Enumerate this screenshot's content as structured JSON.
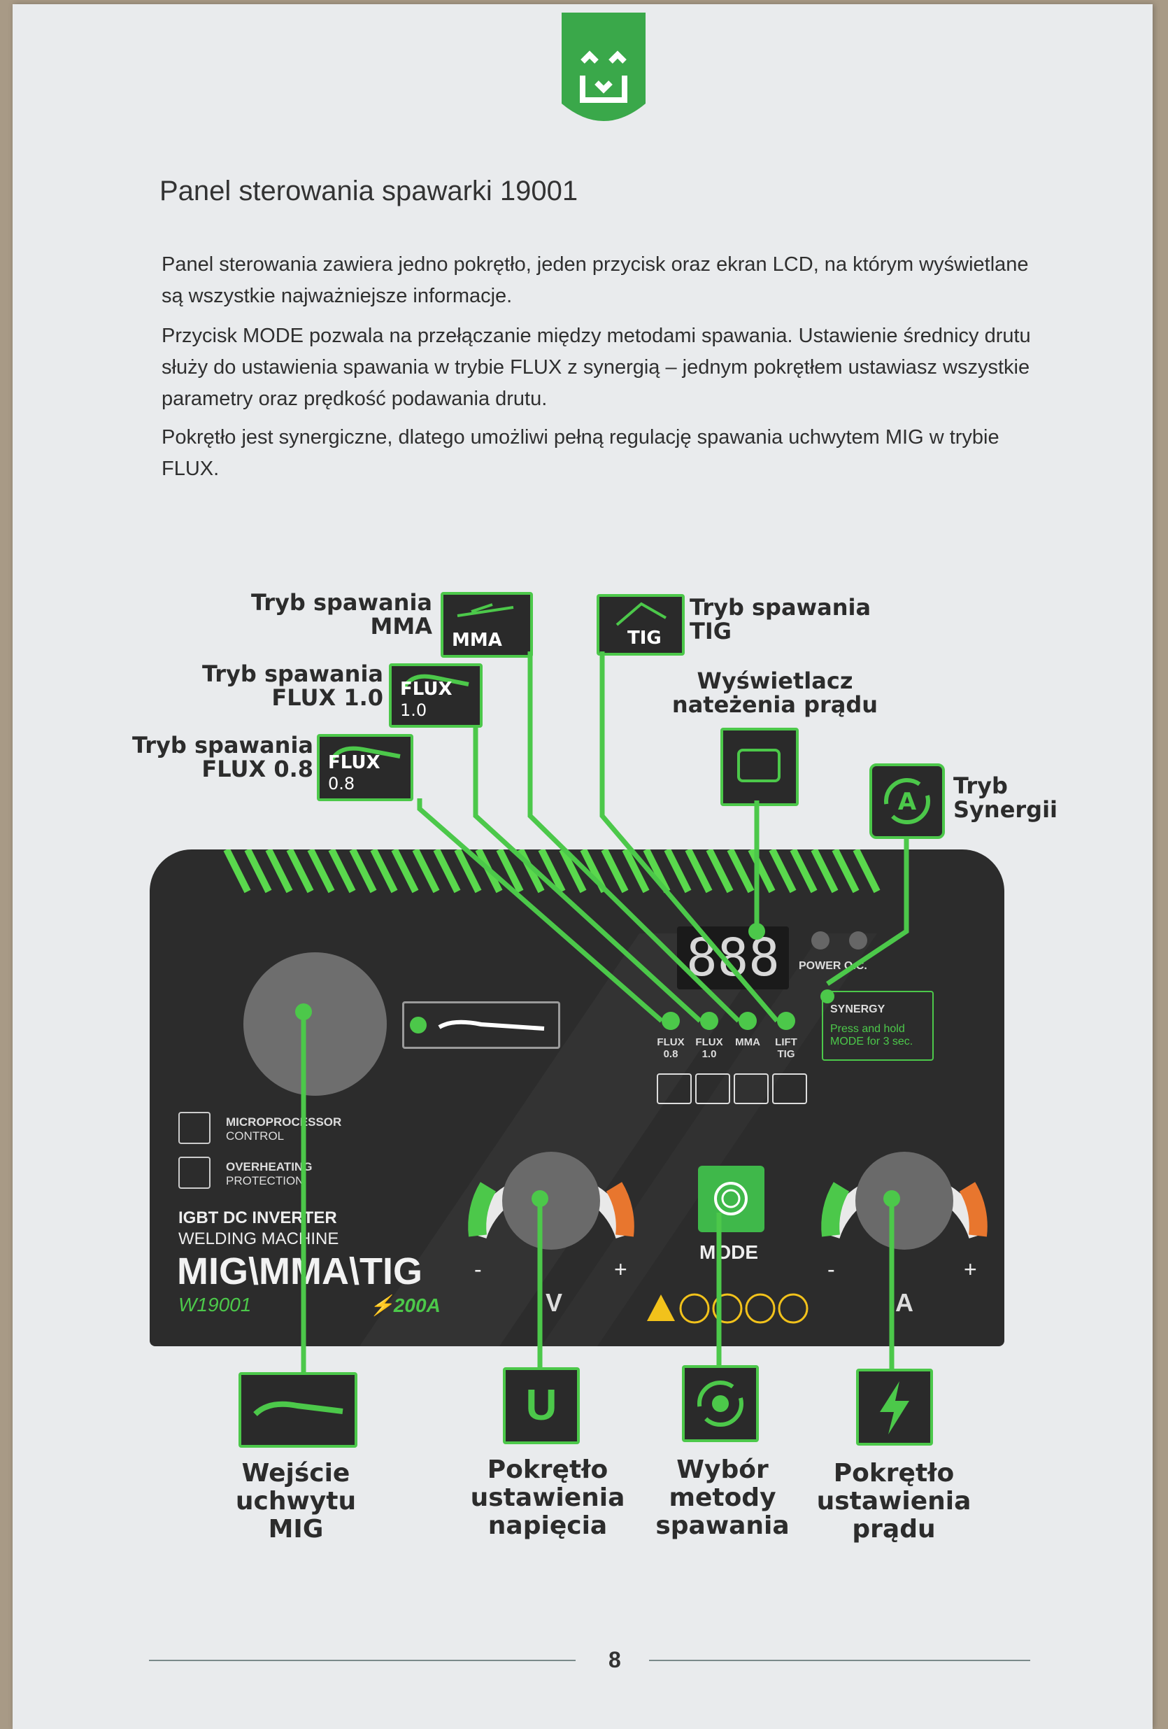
{
  "page": {
    "title": "Panel sterowania spawarki 19001",
    "paragraphs": [
      "Panel sterowania zawiera jedno pokrętło, jeden przycisk oraz ekran LCD, na którym wyświetlane są wszystkie najważniejsze informacje.",
      "Przycisk MODE pozwala na przełączanie między metodami spawania. Ustawienie średnicy drutu służy do ustawienia spawania w trybie FLUX z synergią – jednym pokrętłem ustawiasz wszystkie parametry oraz prędkość podawania drutu.",
      "Pokrętło jest synergiczne, dlatego umożliwi pełną regulację spawania uchwytem MIG w trybie FLUX."
    ],
    "page_number": "8"
  },
  "callouts": {
    "mma": {
      "line1": "Tryb spawania",
      "line2": "MMA",
      "badge": "MMA"
    },
    "tig": {
      "line1": "Tryb spawania",
      "line2": "TIG",
      "badge": "TIG"
    },
    "flux10": {
      "line1": "Tryb spawania",
      "line2": "FLUX 1.0",
      "badge_main": "FLUX",
      "badge_sub": "1.0"
    },
    "flux08": {
      "line1": "Tryb spawania",
      "line2": "FLUX 0.8",
      "badge_main": "FLUX",
      "badge_sub": "0.8"
    },
    "display": {
      "line1": "Wyświetlacz",
      "line2": "nateżenia prądu"
    },
    "synergy": {
      "line1": "Tryb",
      "line2": "Synergii"
    },
    "mig_input": {
      "line1": "Wejście",
      "line2": "uchwytu",
      "line3": "MIG"
    },
    "voltage_knob": {
      "line1": "Pokrętło",
      "line2": "ustawienia",
      "line3": "napięcia",
      "badge": "U"
    },
    "mode_select": {
      "line1": "Wybór",
      "line2": "metody",
      "line3": "spawania"
    },
    "current_knob": {
      "line1": "Pokrętło",
      "line2": "ustawienia",
      "line3": "prądu"
    }
  },
  "panel": {
    "display_value": "888",
    "power_label": "POWER",
    "power_label2": "O.C.",
    "synergy_title": "SYNERGY",
    "synergy_hint1": "Press and hold",
    "synergy_hint2": "MODE for 3 sec.",
    "mode_labels": [
      {
        "top": "FLUX",
        "bottom": "0.8"
      },
      {
        "top": "FLUX",
        "bottom": "1.0"
      },
      {
        "top": "MMA",
        "bottom": ""
      },
      {
        "top": "LIFT",
        "bottom": "TIG"
      }
    ],
    "feature1": {
      "line1": "MICROPROCESSOR",
      "line2": "CONTROL"
    },
    "feature2": {
      "line1": "OVERHEATING",
      "line2": "PROTECTION"
    },
    "machine_line1": "IGBT DC INVERTER",
    "machine_line2": "WELDING MACHINE",
    "brand": "MIG\\MMA\\TIG",
    "model": "W19001",
    "amperage": "⚡200A",
    "mode_button": "MODE",
    "minus": "-",
    "plus": "+",
    "v_label": "V",
    "a_label": "A"
  },
  "colors": {
    "accent": "#4cc84a",
    "panel": "#2c2c2c",
    "knob_orange": "#e8762e",
    "warning_yellow": "#f2c21b"
  }
}
